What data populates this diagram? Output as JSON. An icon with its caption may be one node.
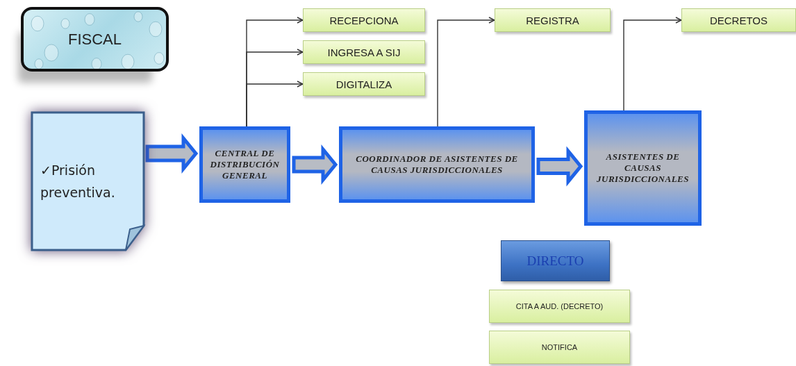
{
  "diagram": {
    "nodes": [
      {
        "text": [
          "FISCAL"
        ]
      },
      {
        "text": [
          "✓Prisión preventiva."
        ]
      },
      {
        "text": [
          "CENTRAL DE DISTRIBUCIÓN GENERAL"
        ]
      },
      {
        "text": [
          "RECEPCIONA"
        ]
      },
      {
        "text": [
          "INGRESA A SIJ"
        ]
      },
      {
        "text": [
          "DIGITALIZA"
        ]
      },
      {
        "text": [
          "COORDINADOR DE ASISTENTES DE CAUSAS JURISDICCIONALES"
        ]
      },
      {
        "text": [
          "REGISTRA"
        ]
      },
      {
        "text": [
          "ASISTENTES DE CAUSAS JURISDICCIONALES"
        ]
      },
      {
        "text": [
          "DECRETOS"
        ]
      },
      {
        "text": [
          "DIRECTO"
        ]
      },
      {
        "text": [
          "CITA A AUD. (DECRETO)"
        ]
      },
      {
        "text": [
          "NOTIFICA"
        ]
      }
    ],
    "edges": [
      {
        "from": 1,
        "to": 2,
        "arrow": "to",
        "style": "thick"
      },
      {
        "from": 2,
        "to": 6,
        "arrow": "to",
        "style": "thick"
      },
      {
        "from": 6,
        "to": 8,
        "arrow": "to",
        "style": "thick"
      },
      {
        "from": 2,
        "to": 3,
        "arrow": "to"
      },
      {
        "from": 2,
        "to": 4,
        "arrow": "to"
      },
      {
        "from": 2,
        "to": 5,
        "arrow": "to"
      },
      {
        "from": 6,
        "to": 7,
        "arrow": "to"
      },
      {
        "from": 8,
        "to": 9,
        "arrow": "to"
      }
    ]
  }
}
